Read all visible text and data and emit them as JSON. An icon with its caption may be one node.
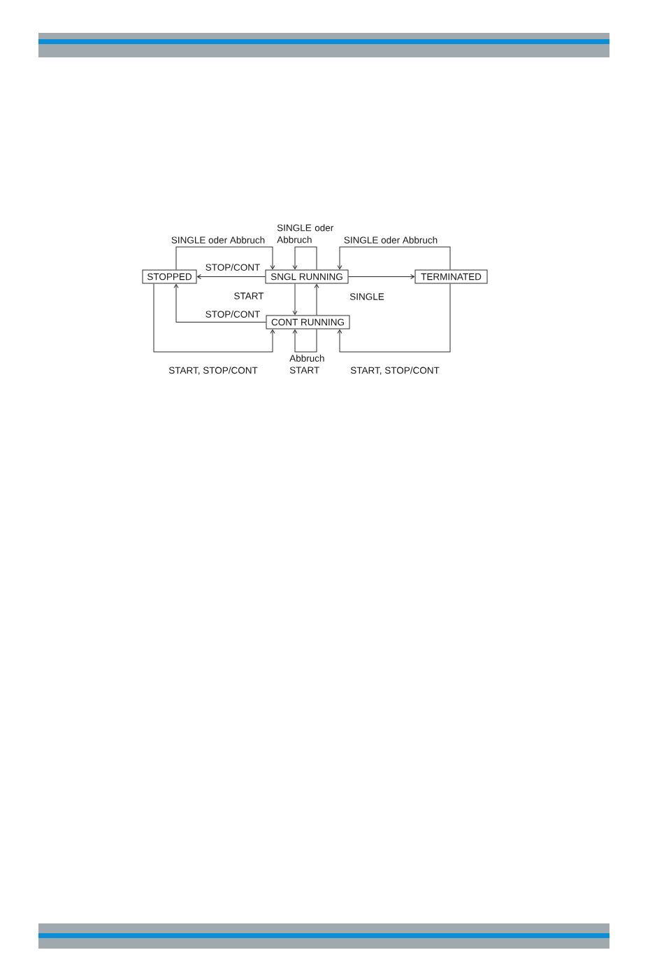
{
  "diagram": {
    "nodes": [
      {
        "text": [
          "STOPPED"
        ]
      },
      {
        "text": [
          "SNGL RUNNING"
        ]
      },
      {
        "text": [
          "TERMINATED"
        ]
      },
      {
        "text": [
          "CONT RUNNING"
        ]
      }
    ],
    "edges": [
      {
        "from": 0,
        "to": 1,
        "arrow": "to",
        "label": "SINGLE oder Abbruch"
      },
      {
        "from": 1,
        "to": 1,
        "arrow": "to",
        "label": "SINGLE oder Abbruch"
      },
      {
        "from": 2,
        "to": 1,
        "arrow": "to",
        "label": "SINGLE oder Abbruch"
      },
      {
        "from": 1,
        "to": 0,
        "arrow": "to",
        "label": "STOP/CONT"
      },
      {
        "from": 1,
        "to": 2,
        "arrow": "to"
      },
      {
        "from": 1,
        "to": 3,
        "arrow": "to",
        "label": "START"
      },
      {
        "from": 3,
        "to": 1,
        "arrow": "to",
        "label": "SINGLE"
      },
      {
        "from": 3,
        "to": 0,
        "arrow": "to",
        "label": "STOP/CONT"
      },
      {
        "from": 0,
        "to": 3,
        "arrow": "to",
        "label": "START, STOP/CONT"
      },
      {
        "from": 3,
        "to": 3,
        "arrow": "to",
        "label": "Abbruch START"
      },
      {
        "from": 2,
        "to": 3,
        "arrow": "to",
        "label": "START, STOP/CONT"
      }
    ]
  }
}
